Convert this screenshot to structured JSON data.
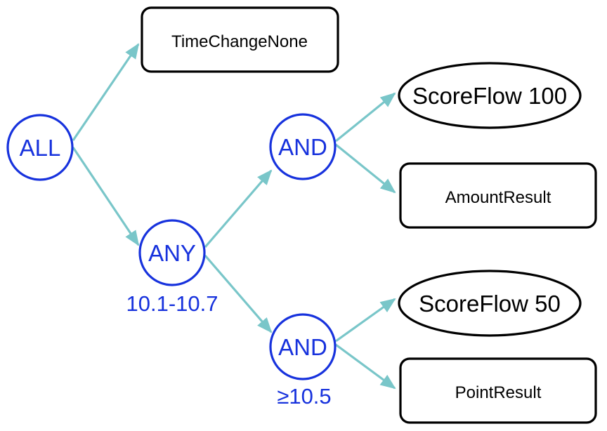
{
  "colors": {
    "gate": "#1732dd",
    "edge": "#79c6c9",
    "box": "#000000"
  },
  "gates": {
    "all": "ALL",
    "any": "ANY",
    "and_top": "AND",
    "and_bottom": "AND"
  },
  "conditions": {
    "any": "10.1-10.7",
    "and_bottom": "≥10.5"
  },
  "results": {
    "time_change": "TimeChangeNone",
    "score_top": "ScoreFlow 100",
    "amount": "AmountResult",
    "score_bottom": "ScoreFlow 50",
    "point": "PointResult"
  }
}
